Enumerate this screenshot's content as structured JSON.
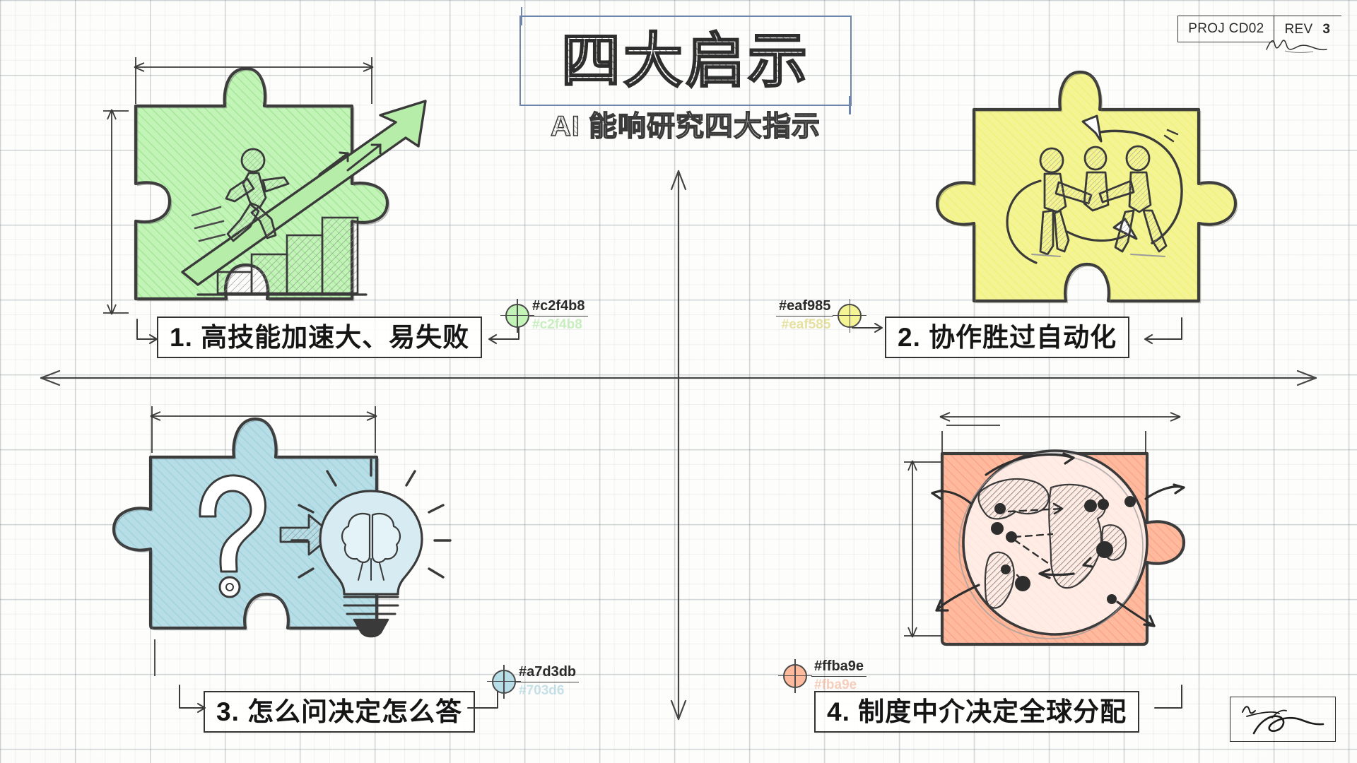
{
  "sheet": {
    "background_color": "#fdfdfb",
    "grid_minor_color": "#78828c",
    "grid_major_color": "#697682",
    "paper_type": "engineering-graph-paper"
  },
  "header": {
    "title": "四大启示",
    "subtitle": "AI 能响研究四大指示",
    "title_frame_color": "#6e86ab"
  },
  "stamp": {
    "proj_label": "PROJ CD02",
    "rev_label": "REV",
    "rev_number": "3",
    "signature_alt": "handwritten-initials"
  },
  "footer": {
    "signature_alt": "handwritten-signature"
  },
  "axes": {
    "horizontal_label": "",
    "vertical_label": "",
    "color": "#444444",
    "style": "double-headed-arrow"
  },
  "quadrants": [
    {
      "id": 1,
      "position": "top-left",
      "caption": "1. 高技能加速大、易失败",
      "swatch": {
        "hex": "#c2f4b8",
        "ghost_hex": "#c2f4b8",
        "fill": "#c2f4b8",
        "stroke": "#4a4a4a"
      },
      "illustration": "puzzle-piece-running-person-growth-chart",
      "icon_names": [
        "puzzle-piece",
        "running-person",
        "bar-chart-steps",
        "up-arrow",
        "speed-lines"
      ]
    },
    {
      "id": 2,
      "position": "top-right",
      "caption": "2. 协作胜过自动化",
      "swatch": {
        "hex": "#eaf985",
        "ghost_hex": "#eaf585",
        "fill": "#eaf985",
        "stroke": "#4a4a4a"
      },
      "illustration": "puzzle-piece-three-people-collaboration",
      "icon_names": [
        "puzzle-piece",
        "person-figure",
        "person-figure",
        "person-figure",
        "circular-arrow"
      ]
    },
    {
      "id": 3,
      "position": "bottom-left",
      "caption": "3. 怎么问决定怎么答",
      "swatch": {
        "hex": "#a7d3db",
        "ghost_hex": "#703d6",
        "fill": "#a7d3db",
        "stroke": "#4a4a4a"
      },
      "illustration": "puzzle-piece-question-to-lightbulb",
      "icon_names": [
        "puzzle-piece",
        "question-mark",
        "right-arrow",
        "lightbulb-brain-icon"
      ]
    },
    {
      "id": 4,
      "position": "bottom-right",
      "caption": "4. 制度中介决定全球分配",
      "swatch": {
        "hex": "#ffba9e",
        "ghost_hex": "#fba9e",
        "fill": "#ffba9e",
        "stroke": "#4a4a4a"
      },
      "illustration": "puzzle-piece-globe-network",
      "icon_names": [
        "puzzle-piece",
        "globe-icon",
        "network-node",
        "flow-arrow"
      ]
    }
  ]
}
